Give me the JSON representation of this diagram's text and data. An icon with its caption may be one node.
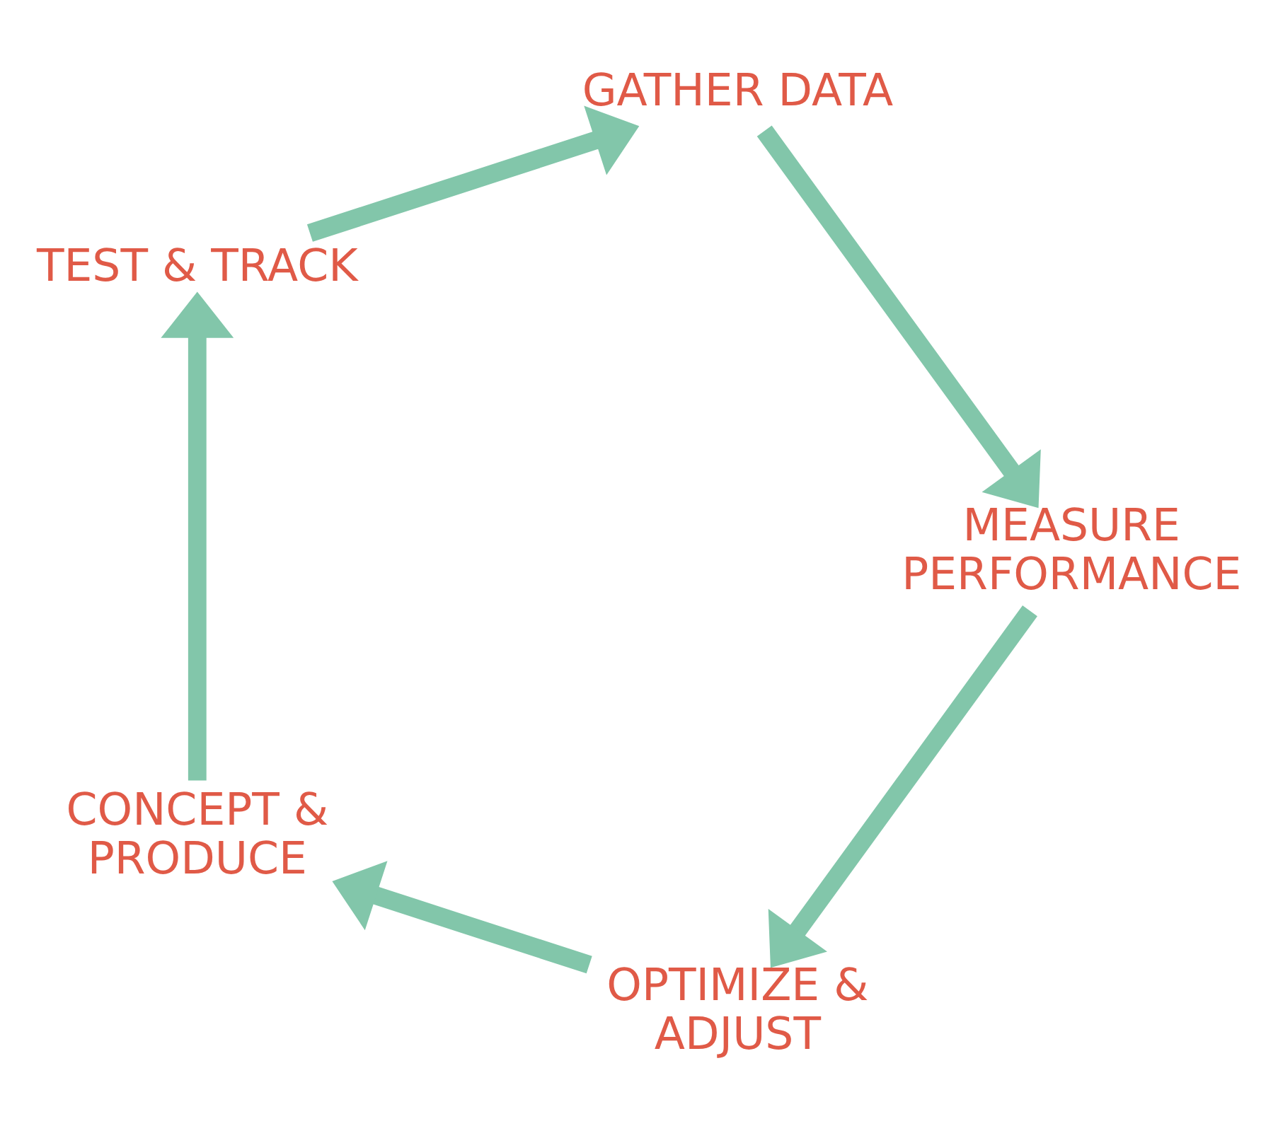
{
  "diagram": {
    "nodes": [
      {
        "text": [
          "OPTIMIZE & ADJUST"
        ]
      },
      {
        "text": [
          "CONCEPT & PRODUCE"
        ]
      },
      {
        "text": [
          "TEST & TRACK"
        ]
      },
      {
        "text": [
          "GATHER DATA"
        ]
      },
      {
        "text": [
          "MEASURE PERFORMANCE"
        ]
      }
    ],
    "edges": [
      {
        "from": 0,
        "to": 1,
        "arrow": "to"
      },
      {
        "from": 1,
        "to": 2,
        "arrow": "to"
      },
      {
        "from": 2,
        "to": 3,
        "arrow": "to"
      },
      {
        "from": 3,
        "to": 4,
        "arrow": "to"
      },
      {
        "from": 4,
        "to": 0,
        "arrow": "to"
      }
    ]
  }
}
